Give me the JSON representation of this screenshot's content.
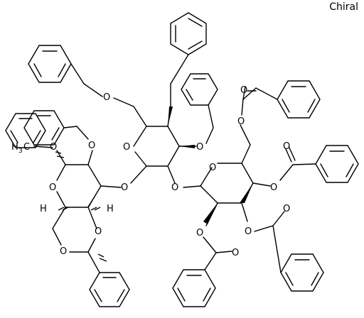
{
  "chiral_label": "Chiral",
  "atoms": {
    "oxygen": "O",
    "hydrogen": "H",
    "methyl_label": "H",
    "methyl_subscript": "3",
    "methyl_carbon": "C"
  }
}
